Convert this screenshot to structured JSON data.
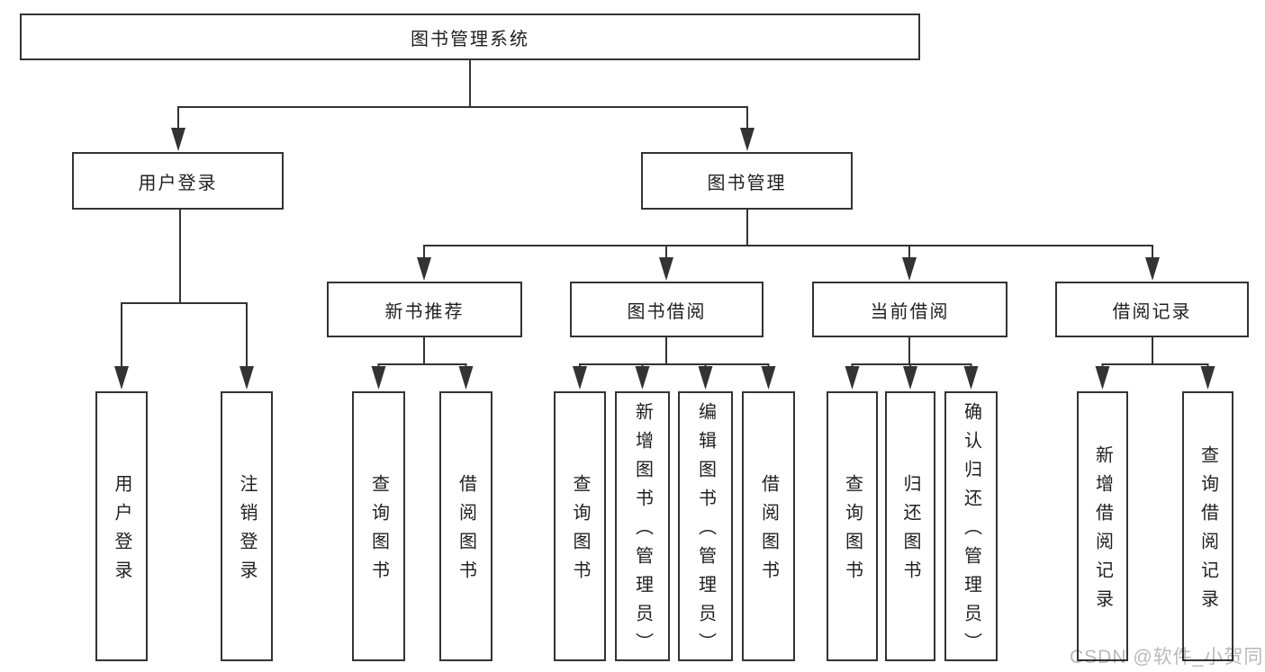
{
  "tree": {
    "root": "图书管理系统",
    "user_login": {
      "label": "用户登录",
      "children": [
        "用户登录",
        "注销登录"
      ]
    },
    "book_mgmt": {
      "label": "图书管理",
      "sections": {
        "new_book": {
          "label": "新书推荐",
          "children": [
            "查询图书",
            "借阅图书"
          ]
        },
        "borrow": {
          "label": "图书借阅",
          "children": [
            "查询图书",
            "新增图书（管理员）",
            "编辑图书（管理员）",
            "借阅图书"
          ]
        },
        "current": {
          "label": "当前借阅",
          "children": [
            "查询图书",
            "归还图书",
            "确认归还（管理员）"
          ]
        },
        "records": {
          "label": "借阅记录",
          "children": [
            "新增借阅记录",
            "查询借阅记录"
          ]
        }
      }
    }
  },
  "watermark": "CSDN @软件_小贺同学",
  "colors": {
    "line": "#333333",
    "text": "#1f1f1f",
    "watermark": "#b9b9b9",
    "background": "#ffffff"
  }
}
